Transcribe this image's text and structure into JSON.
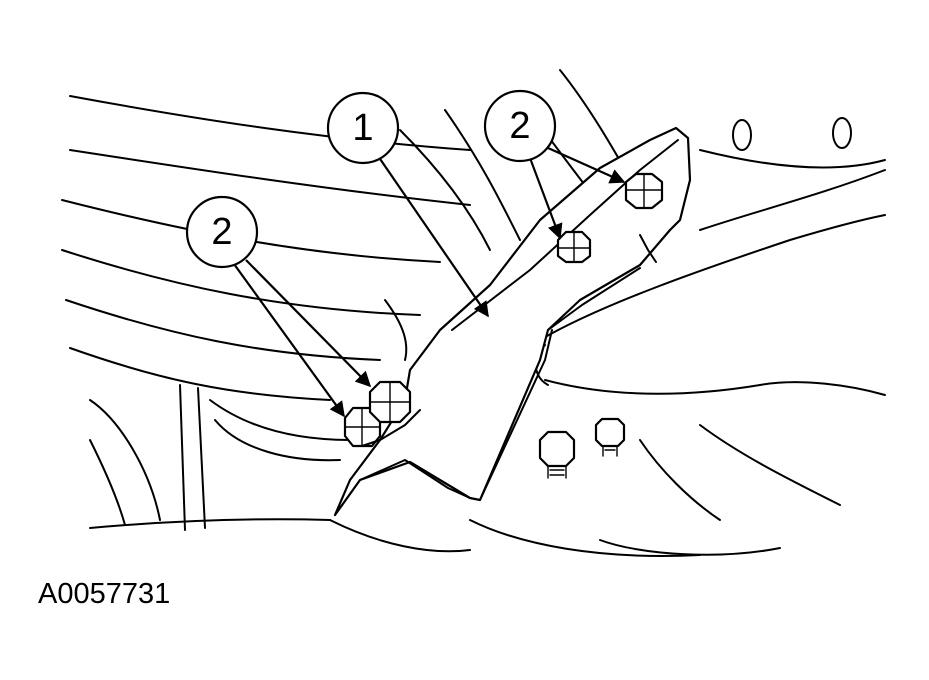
{
  "callouts": {
    "bracket": "1",
    "bolts": "2"
  },
  "figure_id": "A0057731",
  "colors": {
    "line": "#000000",
    "background": "#ffffff"
  }
}
